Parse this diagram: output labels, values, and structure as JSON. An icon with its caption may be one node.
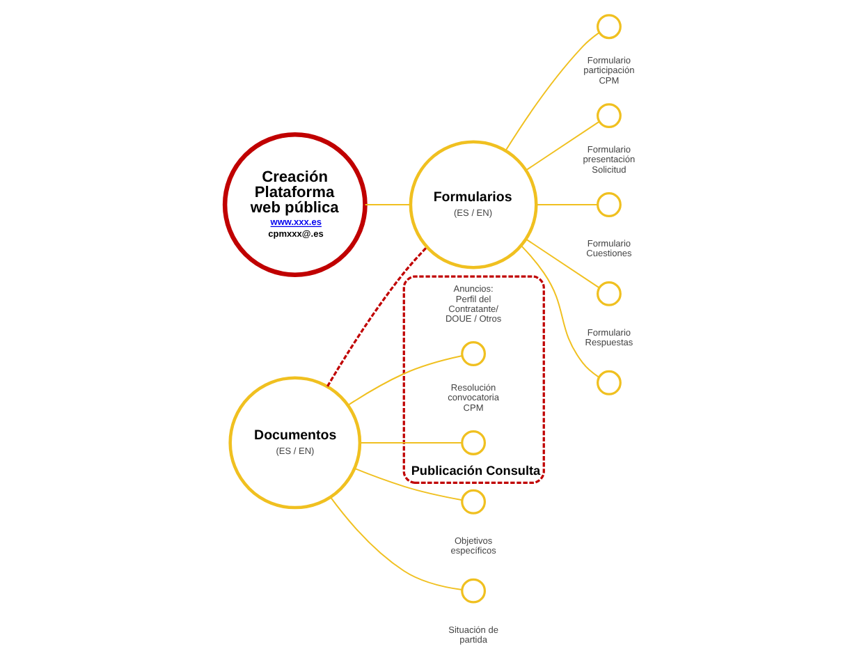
{
  "diagram": {
    "nodes": [
      {
        "text": [
          "Creación Plataforma web pública",
          "www.xxx.es",
          "cpmxxx@.es"
        ]
      },
      {
        "text": [
          "Publicación Consulta"
        ]
      },
      {
        "text": [
          "Documentos",
          "(ES / EN)"
        ]
      },
      {
        "text": [],
        "shape": "circle",
        "in": 1,
        "beside": [
          "Anuncios: Perfil del Contratante/ DOUE / Otros"
        ]
      },
      {
        "text": [],
        "shape": "circle",
        "in": 1,
        "beside": [
          "Resolución convocatoria CPM"
        ]
      },
      {
        "text": [],
        "shape": "circle",
        "beside": [
          "Objetivos específicos"
        ]
      },
      {
        "text": [],
        "shape": "circle",
        "beside": [
          "Situación de partida"
        ]
      },
      {
        "text": [
          "Formularios",
          "(ES / EN)"
        ]
      },
      {
        "text": [],
        "shape": "circle",
        "beside": [
          "Formulario participación CPM"
        ]
      },
      {
        "text": [],
        "shape": "circle",
        "beside": [
          "Formulario presentación Solicitud"
        ]
      },
      {
        "text": [],
        "shape": "circle",
        "beside": [
          "Formulario Cuestiones"
        ]
      },
      {
        "text": [],
        "shape": "circle",
        "beside": [
          "Formulario Respuestas"
        ]
      },
      {
        "text": [],
        "shape": "circle"
      }
    ],
    "edges": [
      {
        "from": 0,
        "to": 7,
        "arrow": "none"
      },
      {
        "from": 2,
        "to": 3,
        "arrow": "none"
      },
      {
        "from": 2,
        "to": 4,
        "arrow": "none"
      },
      {
        "from": 2,
        "to": 5,
        "arrow": "none"
      },
      {
        "from": 2,
        "to": 6,
        "arrow": "none"
      },
      {
        "from": 2,
        "to": 7,
        "arrow": "none",
        "style": "dashed",
        "color": "#c00000"
      },
      {
        "from": 7,
        "to": 8,
        "arrow": "none"
      },
      {
        "from": 7,
        "to": 9,
        "arrow": "none"
      },
      {
        "from": 7,
        "to": 10,
        "arrow": "none"
      },
      {
        "from": 7,
        "to": 11,
        "arrow": "none"
      },
      {
        "from": 7,
        "to": 12,
        "arrow": "none"
      }
    ]
  }
}
